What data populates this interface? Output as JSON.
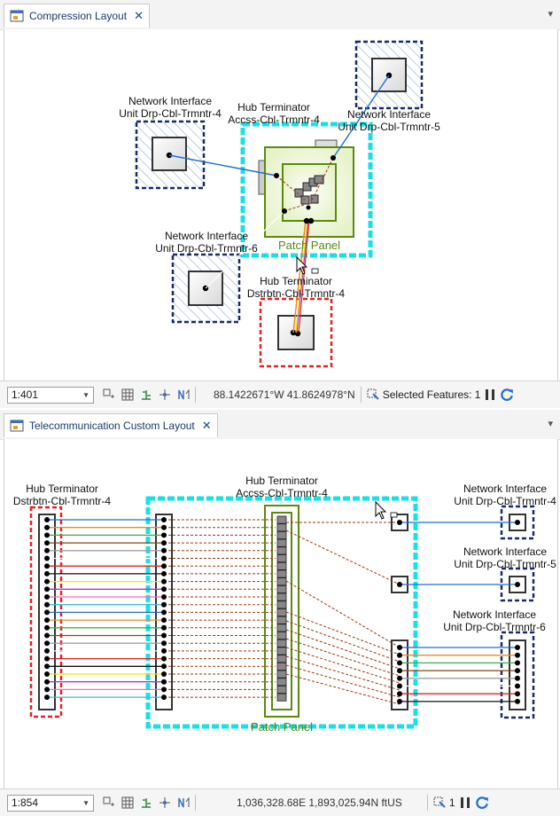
{
  "top_pane": {
    "tab_label": "Compression Layout",
    "diagram": {
      "labels": {
        "nic4": [
          "Network Interface",
          "Unit Drp-Cbl-Trmntr-4"
        ],
        "hub_a": [
          "Hub Terminator",
          "Accss-Cbl-Trmntr-4"
        ],
        "nic5": [
          "Network Interface",
          "Unit Drp-Cbl-Trmntr-5"
        ],
        "nic6": [
          "Network Interface",
          "Unit Drp-Cbl-Trmntr-6"
        ],
        "hub_d": [
          "Hub Terminator",
          "Dstrbtn-Cbl-Trmntr-4"
        ],
        "patch": "Patch Panel"
      }
    },
    "status": {
      "scale": "1:401",
      "coordinates": "88.1422671°W 41.8624978°N",
      "selected_features": "Selected Features: 1"
    }
  },
  "bottom_pane": {
    "tab_label": "Telecommunication Custom Layout",
    "diagram": {
      "labels": {
        "hub_d": [
          "Hub Terminator",
          "Dstrbtn-Cbl-Trmntr-4"
        ],
        "hub_a": [
          "Hub Terminator",
          "Accss-Cbl-Trmntr-4"
        ],
        "nic4": [
          "Network Interface",
          "Unit Drp-Cbl-Trmntr-4"
        ],
        "nic5": [
          "Network Interface",
          "Unit Drp-Cbl-Trmntr-5"
        ],
        "nic6": [
          "Network Interface",
          "Unit Drp-Cbl-Trmntr-6"
        ],
        "patch": "Patch Panel"
      },
      "fiber_colors": [
        "#1f6fd1",
        "#f08a24",
        "#3cb043",
        "#8b4513",
        "#a0a0a0",
        "#ffffff",
        "#e02020",
        "#111111",
        "#f2e600",
        "#a040c0",
        "#ff69b4",
        "#40c0c0",
        "#1f6fd1",
        "#f08a24",
        "#3cb043",
        "#8b4513",
        "#a0a0a0",
        "#ffffff",
        "#e02020",
        "#111111",
        "#f2e600",
        "#a040c0",
        "#ff69b4",
        "#40c0c0"
      ],
      "colors": {
        "cyan": "#17e0e8",
        "navy": "#1a2a6a",
        "red": "#e82020",
        "green": "#5a8a10",
        "dashed_brown": "#9a3a10"
      }
    },
    "status": {
      "scale": "1:854",
      "coordinates": "1,036,328.68E 1,893,025.94N ftUS",
      "selected_count": "1"
    }
  }
}
